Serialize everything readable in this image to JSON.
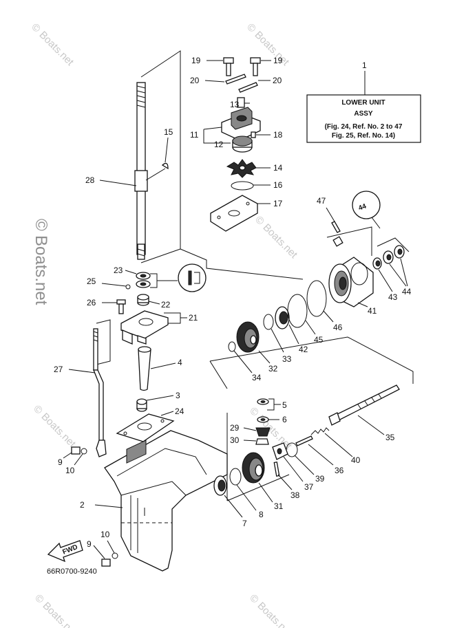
{
  "watermark": {
    "copyright_symbol": "©",
    "text": "Boats.net"
  },
  "title_box": {
    "ref": "1",
    "line1": "LOWER UNIT",
    "line2": "ASSY",
    "line3": "(Fig. 24, Ref. No. 2 to 47",
    "line4": "Fig. 25, Ref. No. 14)"
  },
  "fwd_label": "FWD",
  "diagram_code": "66R0700-9240",
  "callouts": {
    "c2": "2",
    "c3": "3",
    "c4": "4",
    "c5": "5",
    "c6": "6",
    "c7": "7",
    "c8": "8",
    "c9a": "9",
    "c9b": "9",
    "c10a": "10",
    "c10b": "10",
    "c11": "11",
    "c12": "12",
    "c13": "13",
    "c14": "14",
    "c15": "15",
    "c16": "16",
    "c17": "17",
    "c18": "18",
    "c19a": "19",
    "c19b": "19",
    "c20a": "20",
    "c20b": "20",
    "c21": "21",
    "c22": "22",
    "c23": "23",
    "c24": "24",
    "c25": "25",
    "c26": "26",
    "c27": "27",
    "c28": "28",
    "c29": "29",
    "c30": "30",
    "c31": "31",
    "c32": "32",
    "c33": "33",
    "c34": "34",
    "c35": "35",
    "c36": "36",
    "c37": "37",
    "c38": "38",
    "c39": "39",
    "c40": "40",
    "c41": "41",
    "c42": "42",
    "c43": "43",
    "c44a": "44",
    "c44b": "44",
    "c45": "45",
    "c46": "46",
    "c47": "47"
  }
}
